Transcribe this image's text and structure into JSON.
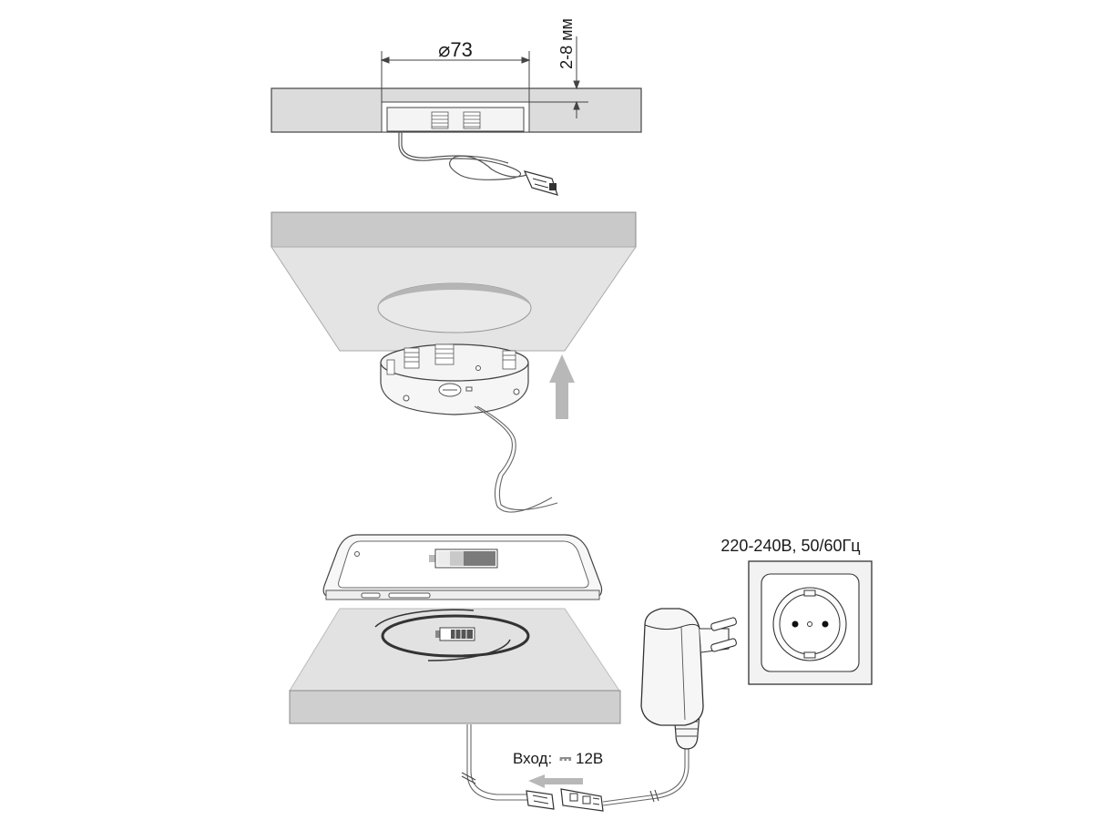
{
  "labels": {
    "diameter": "⌀73",
    "depth": "2-8 мм",
    "voltage": "220-240В, 50/60Гц",
    "input_prefix": "Вход:",
    "input_dc_symbol": "⎓",
    "input_value": "12В"
  },
  "colors": {
    "panel_light": "#d9d9d9",
    "panel_face": "#e3e3e3",
    "panel_edge": "#cfcfcf",
    "hole": "#b3b3b3",
    "arrow": "#b8b8b8",
    "line": "#333333",
    "battery_fill": "#7b7b7b"
  },
  "icons": [
    "wireless-charger-puck",
    "upward-arrow",
    "smartphone",
    "charging-battery",
    "power-adapter",
    "wall-socket",
    "connector-plug",
    "left-arrow"
  ]
}
